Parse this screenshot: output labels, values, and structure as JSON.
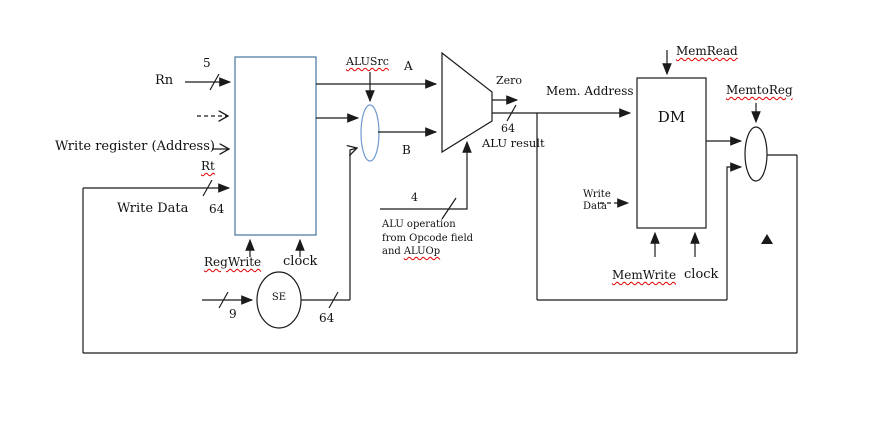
{
  "register_file": {
    "rn_label": "Rn",
    "rn_width": "5",
    "write_register_label": "Write register (Address)",
    "rt_label": "Rt",
    "write_data_label": "Write Data",
    "write_data_width": "64",
    "reg_write_label": "RegWrite",
    "clock_label": "clock"
  },
  "sign_extend": {
    "label": "SE",
    "input_width": "9",
    "output_width": "64"
  },
  "alu": {
    "src_mux_label": "ALUSrc",
    "input_a_label": "A",
    "input_b_label": "B",
    "zero_label": "Zero",
    "result_width": "64",
    "result_label": "ALU result",
    "op_width": "4",
    "op_note_line1": "ALU operation",
    "op_note_line2": "from Opcode field",
    "op_note_line3_prefix": "and",
    "op_note_line3_word": "ALUOp"
  },
  "data_memory": {
    "label": "DM",
    "mem_address_label": "Mem. Address",
    "write_data_line1": "Write",
    "write_data_line2": "Data",
    "mem_read_label": "MemRead",
    "mem_to_reg_label": "MemtoReg",
    "mem_write_label": "MemWrite",
    "clock_label": "clock"
  },
  "colors": {
    "register_file_border": "#44749e",
    "alusrc_mux_border": "#6f9ad0",
    "wire": "#1a1a1a",
    "spellcheck_underline": "#e00000",
    "background": "#ffffff"
  }
}
